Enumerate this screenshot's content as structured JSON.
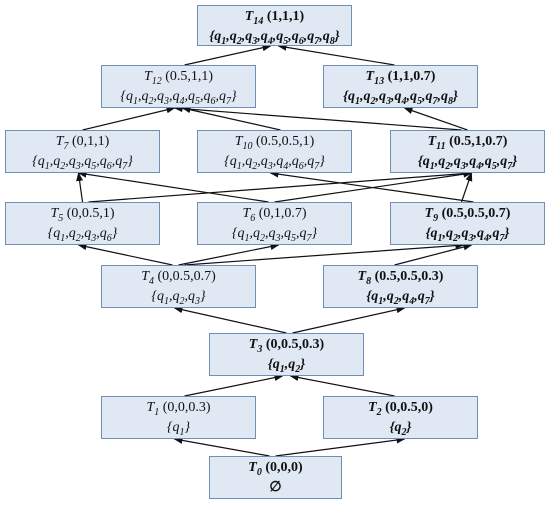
{
  "diagram": {
    "nodes": [
      {
        "id": "T14",
        "line1": "T14 (1,1,1)",
        "line2": "{q1,q2,q3,q4,q5,q6,q7,q8}",
        "bold": true
      },
      {
        "id": "T12",
        "line1": "T12 (0.5,1,1)",
        "line2": "{q1,q2,q3,q4,q5,q6,q7}",
        "bold": false
      },
      {
        "id": "T13",
        "line1": "T13 (1,1,0.7)",
        "line2": "{q1,q2,q3,q4,q5,q7,q8}",
        "bold": true
      },
      {
        "id": "T7",
        "line1": "T7 (0,1,1)",
        "line2": "{q1,q2,q3,q5,q6,q7}",
        "bold": false
      },
      {
        "id": "T10",
        "line1": "T10 (0.5,0.5,1)",
        "line2": "{q1,q2,q3,q4,q6,q7}",
        "bold": false
      },
      {
        "id": "T11",
        "line1": "T11 (0.5,1,0.7)",
        "line2": "{q1,q2,q3,q4,q5,q7}",
        "bold": true
      },
      {
        "id": "T5",
        "line1": "T5 (0,0.5,1)",
        "line2": "{q1,q2,q3,q6}",
        "bold": false
      },
      {
        "id": "T6",
        "line1": "T6 (0,1,0.7)",
        "line2": "{q1,q2,q3,q5,q7}",
        "bold": false
      },
      {
        "id": "T9",
        "line1": "T9 (0.5,0.5,0.7)",
        "line2": "{q1,q2,q3,q4,q7}",
        "bold": true
      },
      {
        "id": "T4",
        "line1": "T4 (0,0.5,0.7)",
        "line2": "{q1,q2,q3}",
        "bold": false
      },
      {
        "id": "T8",
        "line1": "T8 (0.5,0.5,0.3)",
        "line2": "{q1,q2,q4,q7}",
        "bold": true
      },
      {
        "id": "T3",
        "line1": "T3 (0,0.5,0.3)",
        "line2": "{q1,q2}",
        "bold": true
      },
      {
        "id": "T1",
        "line1": "T1 (0,0,0.3)",
        "line2": "{q1}",
        "bold": false
      },
      {
        "id": "T2",
        "line1": "T2 (0,0.5,0)",
        "line2": "{q2}",
        "bold": true
      },
      {
        "id": "T0",
        "line1": "T0 (0,0,0)",
        "line2": "∅",
        "bold": true
      }
    ],
    "edges": [
      [
        "T0",
        "T1"
      ],
      [
        "T0",
        "T2"
      ],
      [
        "T1",
        "T3"
      ],
      [
        "T2",
        "T3"
      ],
      [
        "T3",
        "T4"
      ],
      [
        "T3",
        "T8"
      ],
      [
        "T4",
        "T5"
      ],
      [
        "T4",
        "T6"
      ],
      [
        "T4",
        "T9"
      ],
      [
        "T8",
        "T9"
      ],
      [
        "T5",
        "T7"
      ],
      [
        "T5",
        "T11"
      ],
      [
        "T6",
        "T7"
      ],
      [
        "T6",
        "T11"
      ],
      [
        "T9",
        "T10"
      ],
      [
        "T9",
        "T11"
      ],
      [
        "T7",
        "T12"
      ],
      [
        "T10",
        "T12"
      ],
      [
        "T11",
        "T12"
      ],
      [
        "T11",
        "T13"
      ],
      [
        "T12",
        "T14"
      ],
      [
        "T13",
        "T14"
      ]
    ],
    "colors": {
      "node_fill": "#dfe8f3",
      "node_border": "#6f8fb5",
      "edge": "#111111"
    }
  }
}
